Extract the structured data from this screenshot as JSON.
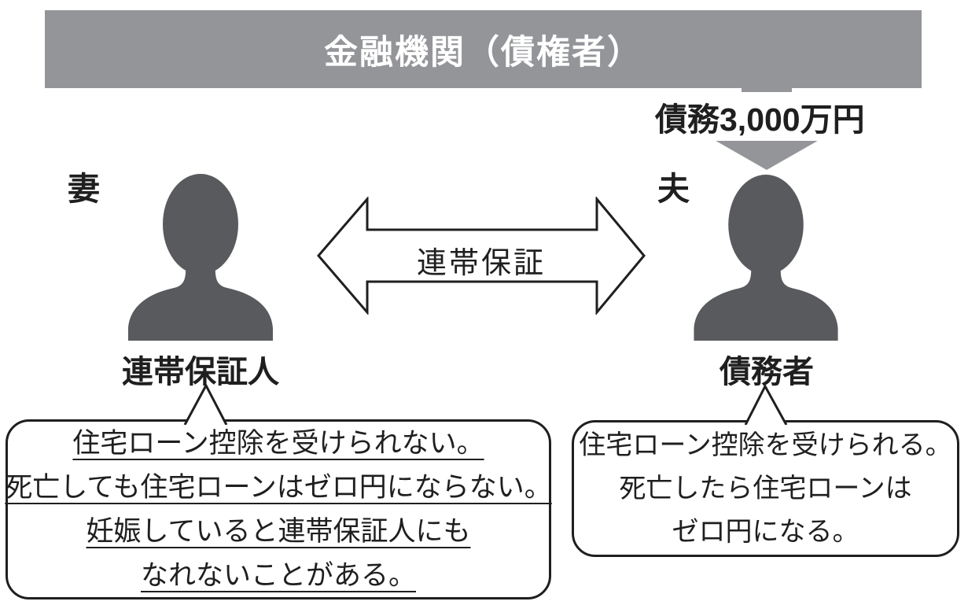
{
  "diagram": {
    "bank": {
      "label": "金融機関（債権者）"
    },
    "debt_arrow": {
      "label": "債務3,000万円",
      "direction": "down"
    },
    "relation_arrow": {
      "label": "連帯保証",
      "direction": "both"
    },
    "wife": {
      "tag": "妻",
      "role": "連帯保証人",
      "icon": "person-silhouette"
    },
    "husband": {
      "tag": "夫",
      "role": "債務者",
      "icon": "person-silhouette"
    },
    "wife_bubble": {
      "underlined": true,
      "lines": [
        "住宅ローン控除を受けられない。",
        "死亡しても住宅ローンはゼロ円にならない。",
        "妊娠していると連帯保証人にも",
        "なれないことがある。"
      ]
    },
    "husband_bubble": {
      "underlined": false,
      "lines": [
        "住宅ローン控除を受けられる。",
        "死亡したら住宅ローンは",
        "ゼロ円になる。"
      ]
    },
    "colors": {
      "banner_gray": "#949599",
      "silhouette_gray": "#595a5d",
      "text_black": "#1f1f1f",
      "background": "#ffffff"
    }
  }
}
